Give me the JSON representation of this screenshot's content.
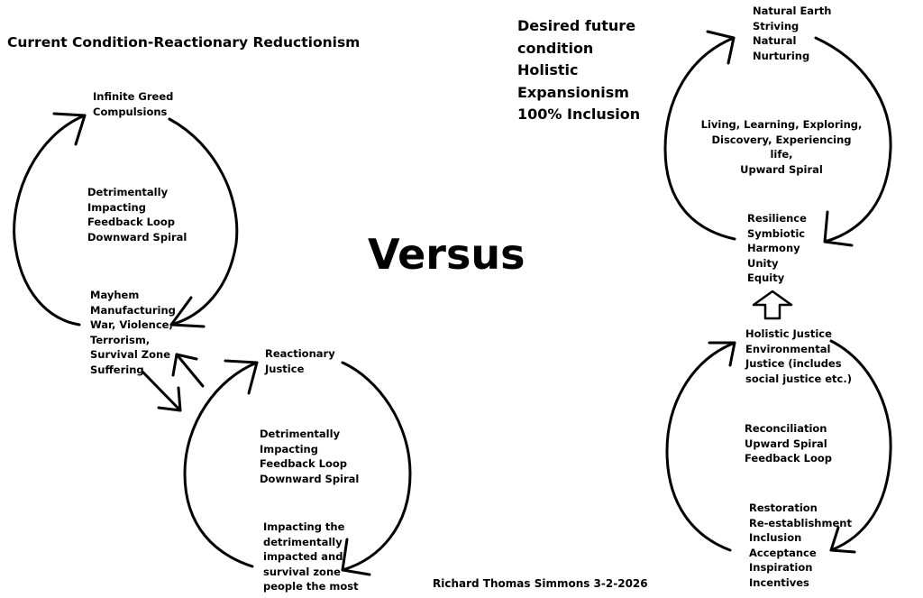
{
  "left_title": "Current Condition-Reactionary Reductionism",
  "future_title": "Desired future\ncondition\nHolistic\nExpansionism\n100% Inclusion",
  "versus": "Versus",
  "author": "Richard Thomas Simmons 3-2-2026",
  "loop1": {
    "top": "Infinite Greed\nCompulsions",
    "center": "Detrimentally\nImpacting\nFeedback Loop\nDownward Spiral",
    "bottom": "Mayhem\nManufacturing\nWar, Violence,\nTerrorism,\nSurvival Zone\nSuffering"
  },
  "loop2": {
    "top": "Reactionary\nJustice",
    "center": "Detrimentally\nImpacting\nFeedback Loop\nDownward Spiral",
    "bottom": "Impacting the\ndetrimentally\nimpacted and\nsurvival zone\npeople the most"
  },
  "loop3": {
    "top": "Natural Earth\nStriving\nNatural\nNurturing",
    "center": "Living, Learning, Exploring,\nDiscovery, Experiencing life,\nUpward Spiral",
    "bottom": "Resilience\nSymbiotic\nHarmony\nUnity\nEquity"
  },
  "loop4": {
    "top": "Holistic Justice\nEnvironmental\nJustice (includes\nsocial justice etc.)",
    "center": "Reconciliation\nUpward Spiral\nFeedback Loop",
    "bottom": "Restoration\nRe-establishment\nInclusion\nAcceptance\nInspiration\nIncentives"
  }
}
